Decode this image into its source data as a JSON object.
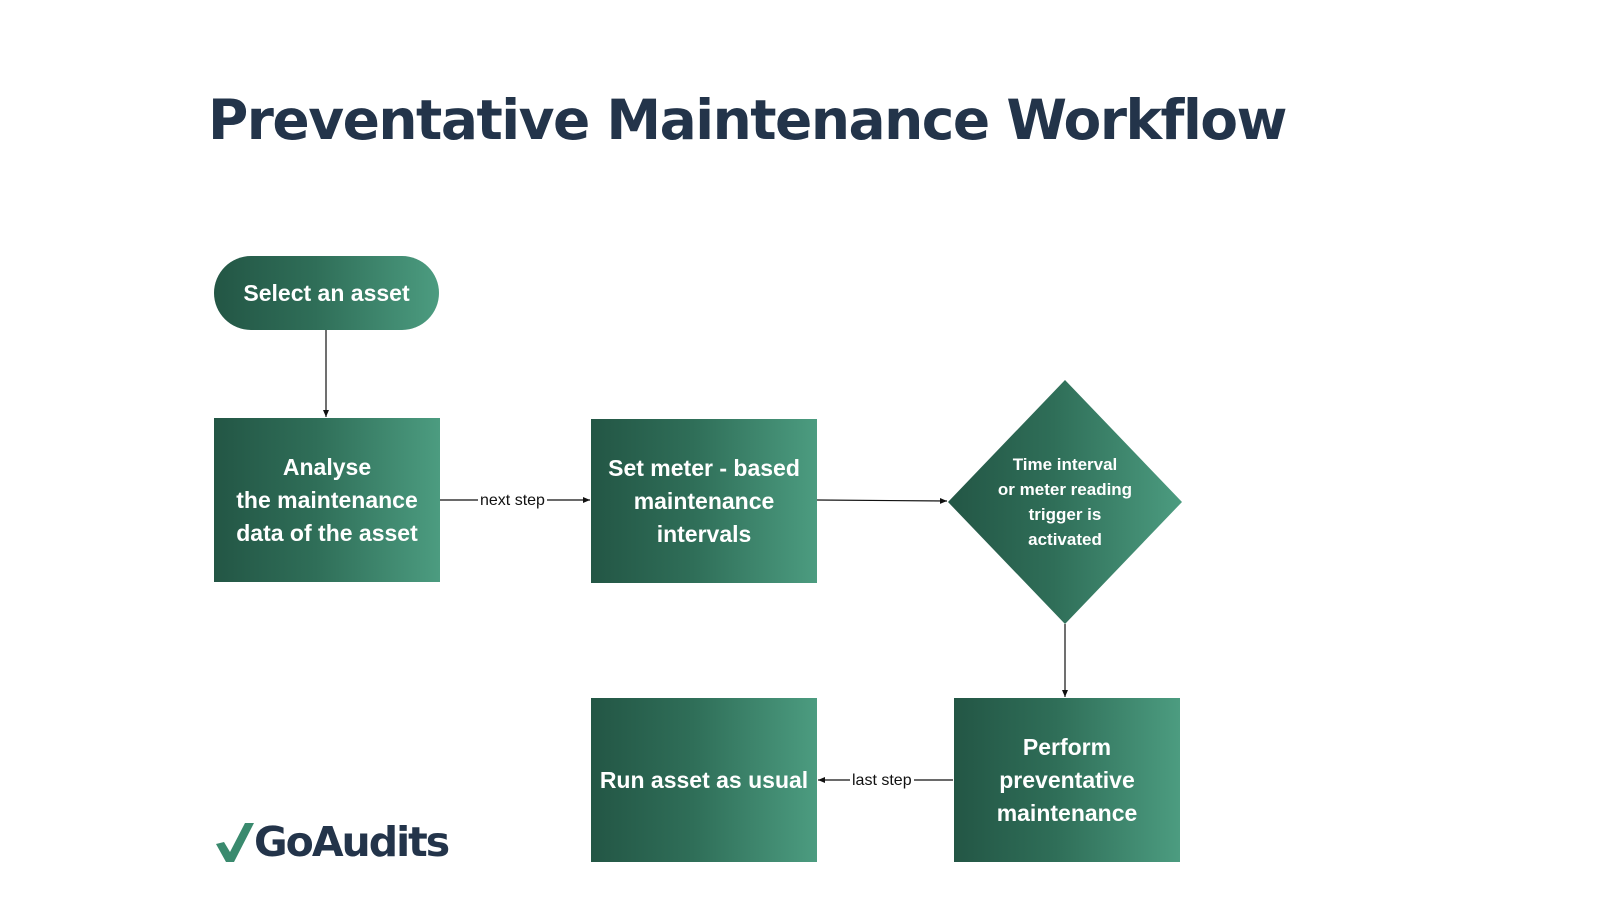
{
  "title": "Preventative Maintenance Workflow",
  "nodes": {
    "select": "Select an asset",
    "analyse": "Analyse\nthe maintenance\ndata of the asset",
    "set_intervals": "Set meter - based\nmaintenance\nintervals",
    "trigger": "Time interval\nor meter reading\ntrigger is\nactivated",
    "perform": "Perform\npreventative\nmaintenance",
    "run": "Run asset as usual"
  },
  "edges": {
    "next_step": "next step",
    "last_step": "last step"
  },
  "logo": {
    "text": "GoAudits",
    "icon": "checkmark-icon"
  },
  "colors": {
    "title": "#23344a",
    "node_dark": "#235645",
    "node_light": "#4c9c80",
    "logo_check": "#3a8a6e"
  }
}
